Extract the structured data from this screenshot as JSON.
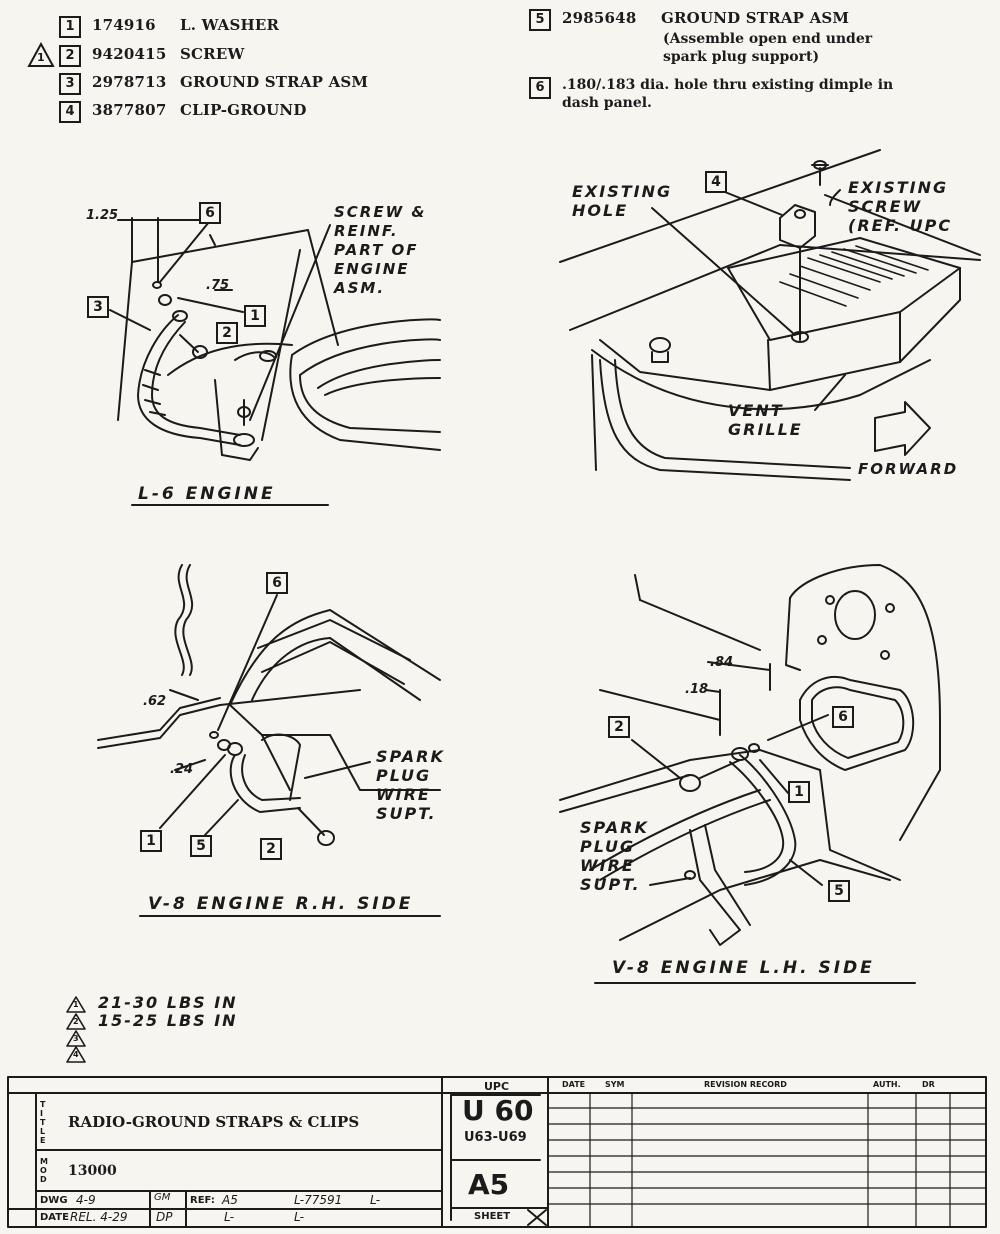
{
  "parts_list": [
    {
      "num": "1",
      "part_no": "174916",
      "desc": "L. WASHER"
    },
    {
      "num": "2",
      "part_no": "9420415",
      "desc": "SCREW",
      "torque_ref": "1"
    },
    {
      "num": "3",
      "part_no": "2978713",
      "desc": "GROUND STRAP ASM"
    },
    {
      "num": "4",
      "part_no": "3877807",
      "desc": "CLIP-GROUND"
    },
    {
      "num": "5",
      "part_no": "2985648",
      "desc": "GROUND STRAP ASM",
      "note": "(Assemble open end under spark plug support)"
    },
    {
      "num": "6",
      "part_no": "",
      "desc": ".180/.183 dia. hole thru existing dimple in dash panel."
    }
  ],
  "view_l6": {
    "caption": "L-6 ENGINE",
    "dim_125": "1.25",
    "dim_75": ".75",
    "label": "SCREW & REINF. PART OF ENGINE ASM.",
    "callouts": [
      "6",
      "3",
      "2",
      "1"
    ]
  },
  "view_top_right": {
    "existing_hole": "EXISTING HOLE",
    "existing_screw": "EXISTING SCREW (REF. UPC",
    "vent_grille": "VENT GRILLE",
    "forward": "FORWARD",
    "callouts": [
      "4"
    ]
  },
  "view_v8_rh": {
    "caption": "V-8 ENGINE R.H. SIDE",
    "dim_62": ".62",
    "dim_24": ".24",
    "label": "SPARK PLUG WIRE SUPT.",
    "callouts": [
      "6",
      "1",
      "5",
      "2"
    ]
  },
  "view_v8_lh": {
    "caption": "V-8 ENGINE L.H. SIDE",
    "dim_84": ".84",
    "dim_18": ".18",
    "label": "SPARK PLUG WIRE SUPT.",
    "callouts": [
      "2",
      "6",
      "1",
      "5"
    ]
  },
  "torque_notes": [
    {
      "num": "1",
      "text": "21-30 LBS IN"
    },
    {
      "num": "2",
      "text": "15-25 LBS IN"
    },
    {
      "num": "3",
      "text": ""
    },
    {
      "num": "4",
      "text": ""
    }
  ],
  "title_block": {
    "upc_label": "UPC",
    "upc": "U 60",
    "upc_sub": "U63-U69",
    "sheet_code": "A5",
    "sheet_label": "SHEET",
    "title_label": "TITLE",
    "title": "RADIO-GROUND STRAPS & CLIPS",
    "model_label": "MOD",
    "model": "13000",
    "dwg_label": "DWG",
    "dwg_val": "4-9",
    "date_label": "DATE",
    "date_val": "REL. 4-29",
    "initials_top": "GM",
    "initials_bot": "DP",
    "ref_label": "REF:",
    "ref_val": "A5",
    "l_ref1": "L-77591",
    "l_ref2": "L-",
    "l_ref3": "L-",
    "l_ref4": "L-",
    "rev_headers": [
      "DATE",
      "SYM",
      "REVISION RECORD",
      "AUTH.",
      "DR"
    ]
  }
}
